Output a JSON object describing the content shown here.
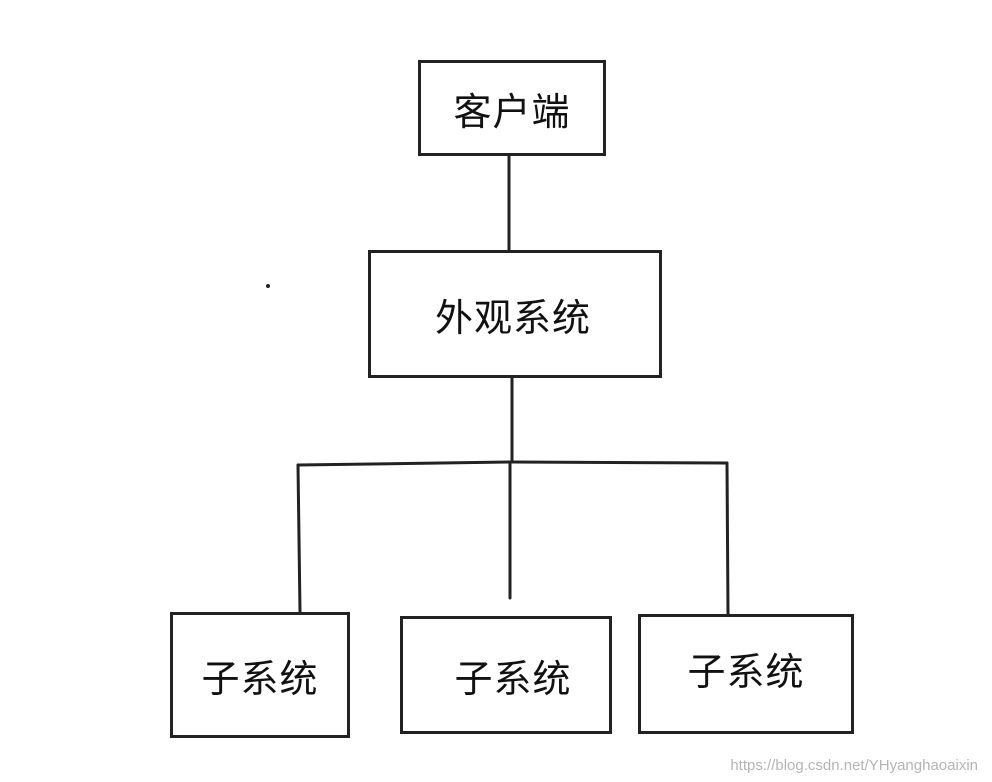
{
  "diagram": {
    "client_label": "客户端",
    "facade_label": "外观系统",
    "subsystems": [
      {
        "label": "子系统"
      },
      {
        "label": "子系统"
      },
      {
        "label": "子系统"
      }
    ],
    "line_color": "#222222"
  },
  "watermark": "https://blog.csdn.net/YHyanghaoaixin"
}
